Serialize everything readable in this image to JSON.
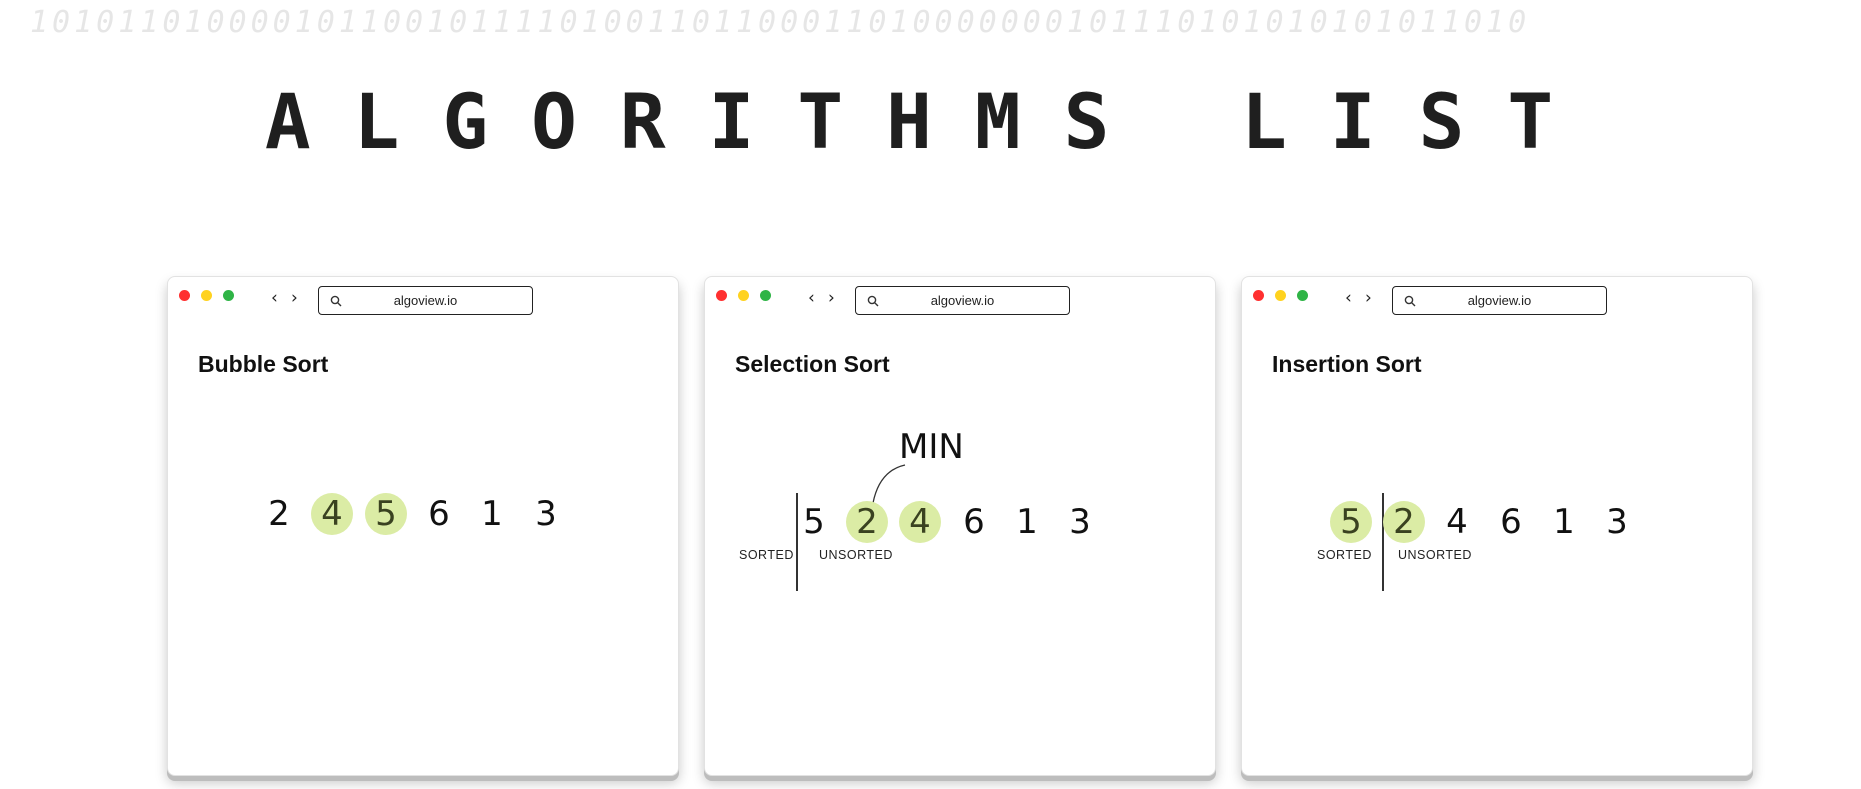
{
  "header": {
    "binary_pattern": "10101101000010110010111101001101100011010000000101110101010101011010",
    "title": "ALGORITHMS LIST"
  },
  "browser": {
    "url": "algoview.io",
    "back_symbol": "‹",
    "forward_symbol": "›"
  },
  "windows": [
    {
      "title": "Bubble Sort",
      "numbers": [
        "2",
        "4",
        "5",
        "6",
        "1",
        "3"
      ],
      "highlighted": [
        1,
        2
      ]
    },
    {
      "title": "Selection Sort",
      "numbers": [
        "5",
        "2",
        "4",
        "6",
        "1",
        "3"
      ],
      "highlighted": [
        1,
        2
      ],
      "sorted_label": "SORTED",
      "unsorted_label": "UNSORTED",
      "min_label": "MIN"
    },
    {
      "title": "Insertion Sort",
      "numbers": [
        "5",
        "2",
        "4",
        "6",
        "1",
        "3"
      ],
      "highlighted": [
        0,
        1
      ],
      "sorted_label": "SORTED",
      "unsorted_label": "UNSORTED"
    }
  ],
  "colors": {
    "highlight": "#dbeca5",
    "close_dot": "#ff3030",
    "minimize_dot": "#ffd21f",
    "maximize_dot": "#2fb446"
  }
}
